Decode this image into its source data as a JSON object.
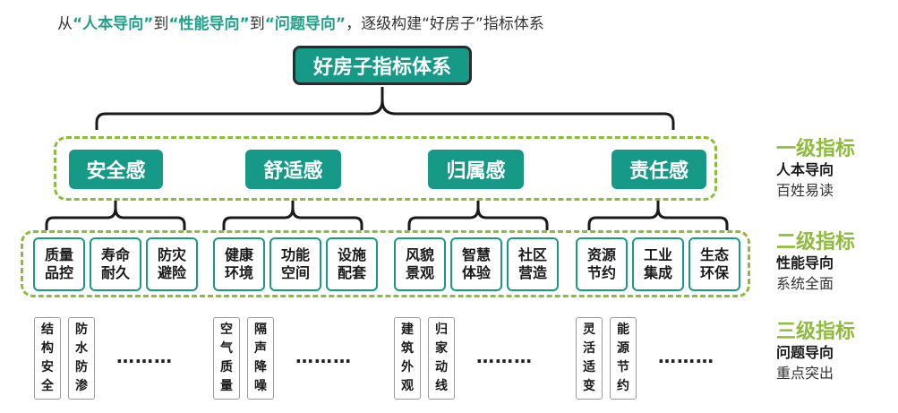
{
  "intro": {
    "p1": "从",
    "q1": "“人本导向”",
    "p2": "到",
    "q2": "“性能导向”",
    "p3": "到",
    "q3": "“问题导向”",
    "p4": "，逐级构建“好房子”指标体系"
  },
  "root": "好房子指标体系",
  "level1": [
    "安全感",
    "舒适感",
    "归属感",
    "责任感"
  ],
  "level2": [
    "质量品控",
    "寿命耐久",
    "防灾避险",
    "健康环境",
    "功能空间",
    "设施配套",
    "风貌景观",
    "智慧体验",
    "社区营造",
    "资源节约",
    "工业集成",
    "生态环保"
  ],
  "level3": [
    "结构安全",
    "防水防渗",
    "空气质量",
    "隔声降噪",
    "建筑外观",
    "归家动线",
    "灵活适变",
    "能源节约"
  ],
  "ellipsis": "………",
  "sidebar": [
    {
      "title": "一级指标",
      "sub": "人本导向",
      "desc": "百姓易读"
    },
    {
      "title": "二级指标",
      "sub": "性能导向",
      "desc": "系统全面"
    },
    {
      "title": "三级指标",
      "sub": "问题导向",
      "desc": "重点突出"
    }
  ],
  "colors": {
    "teal": "#169a87",
    "green": "#8dbb3b",
    "line": "#1a1a1a"
  }
}
